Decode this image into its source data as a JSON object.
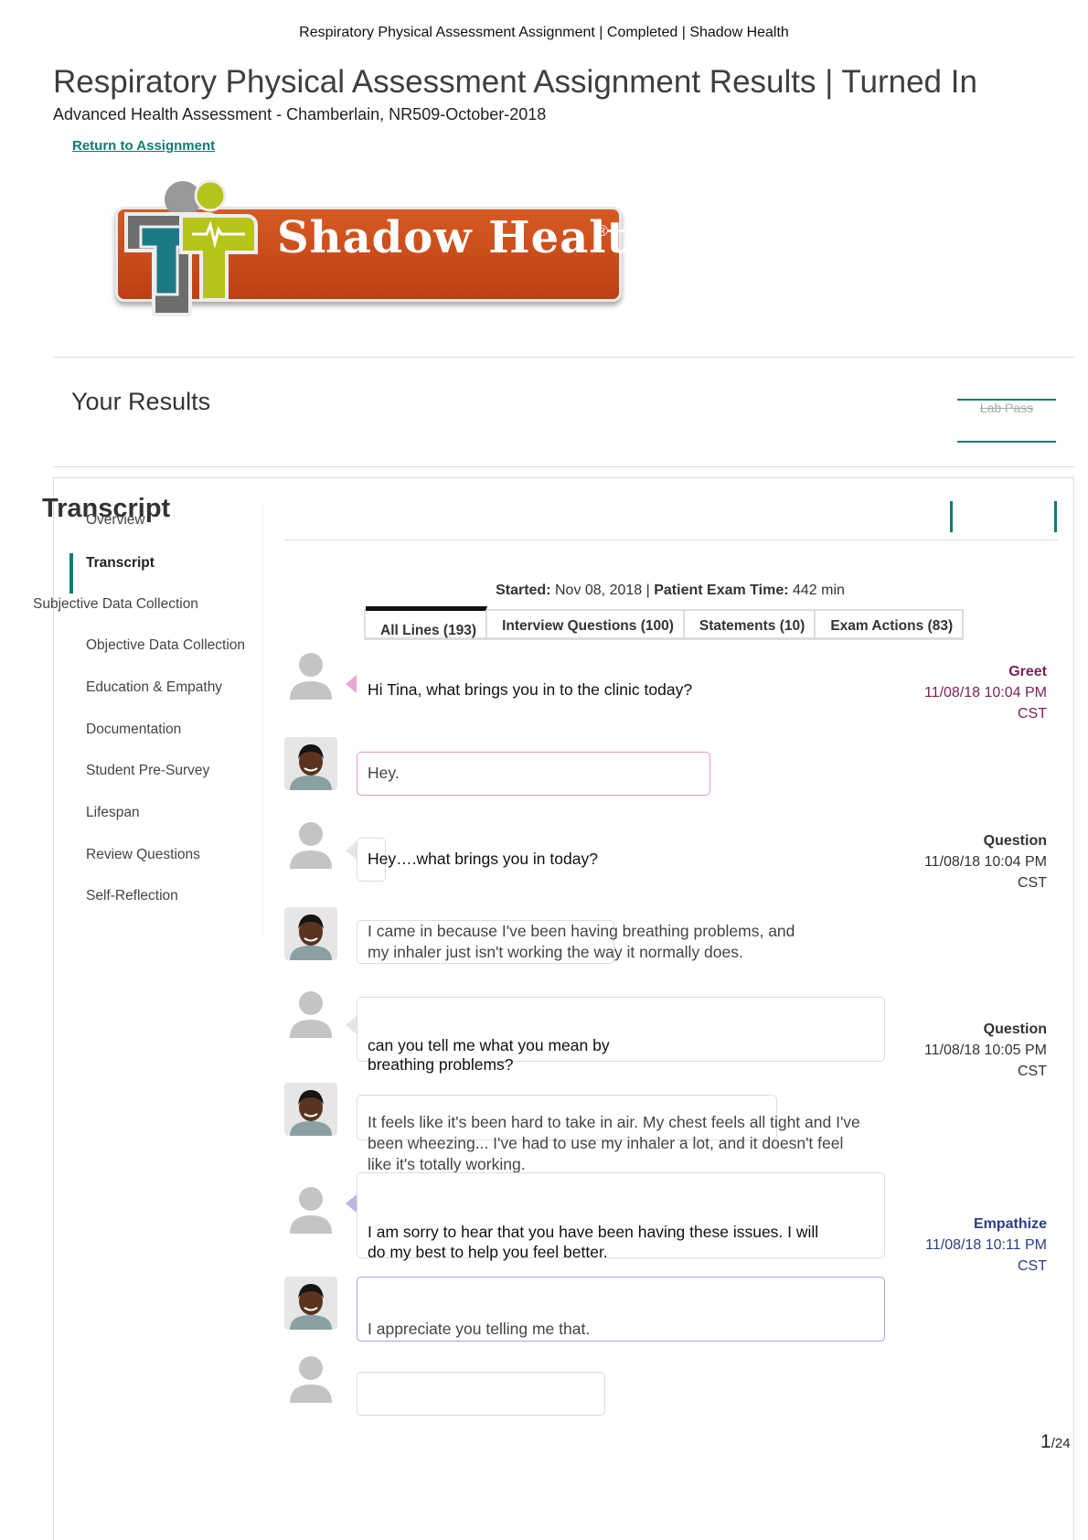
{
  "print_header": "Respiratory Physical Assessment Assignment | Completed | Shadow Health",
  "page_title": "Respiratory Physical Assessment Assignment Results | Turned In",
  "course": "Advanced Health Assessment - Chamberlain, NR509-October-2018",
  "return_link": "Return to Assignment",
  "logo": {
    "text": "Shadow Health",
    "reg": "®"
  },
  "your_results": "Your Results",
  "lab_pass": "Lab Pass",
  "transcript_heading": "Transcript",
  "nav": [
    "Overview",
    "Transcript",
    "Subjective Data Collection",
    "Objective Data Collection",
    "Education & Empathy",
    "Documentation",
    "Student Pre-Survey",
    "Lifespan",
    "Review Questions",
    "Self-Reflection"
  ],
  "started": {
    "label": "Started:",
    "value": "Nov 08, 2018",
    "sep": "|",
    "exam_label": "Patient Exam Time:",
    "exam_value": "442 min"
  },
  "tabs": [
    "All Lines (193)",
    "Interview Questions (100)",
    "Statements (10)",
    "Exam Actions (83)"
  ],
  "colors": {
    "greet": "#7a1f5c",
    "question": "#333333",
    "empathize": "#2c3e82",
    "teal": "#0e7c74"
  },
  "messages": [
    {
      "text": "Hi Tina, what brings you in to the clinic today?",
      "action": "Greet",
      "time": "11/08/18 10:04 PM",
      "tz": "CST"
    },
    {
      "text": "Hey."
    },
    {
      "text": "Hey….what brings you in today?",
      "action": "Question",
      "time": "11/08/18 10:04 PM",
      "tz": "CST"
    },
    {
      "line1": "I came in because I've been having breathing problems, and",
      "line2": "my inhaler just isn't working the way it normally does."
    },
    {
      "line1": "can you tell me what you mean by",
      "line2": "breathing problems?",
      "action": "Question",
      "time": "11/08/18 10:05 PM",
      "tz": "CST"
    },
    {
      "line1": "It feels like it's been hard to take in air. My chest feels all tight and I've",
      "line2": "been wheezing... I've had to use my inhaler a lot, and it doesn't feel",
      "line3": "like it's totally working."
    },
    {
      "line1": "I am sorry to hear that you have been having these issues. I will",
      "line2": "do my best to help you feel better.",
      "action": "Empathize",
      "time": "11/08/18 10:11 PM",
      "tz": "CST"
    },
    {
      "text": "I appreciate you telling me that."
    }
  ],
  "page_number": {
    "current": "1",
    "total": "/24"
  }
}
